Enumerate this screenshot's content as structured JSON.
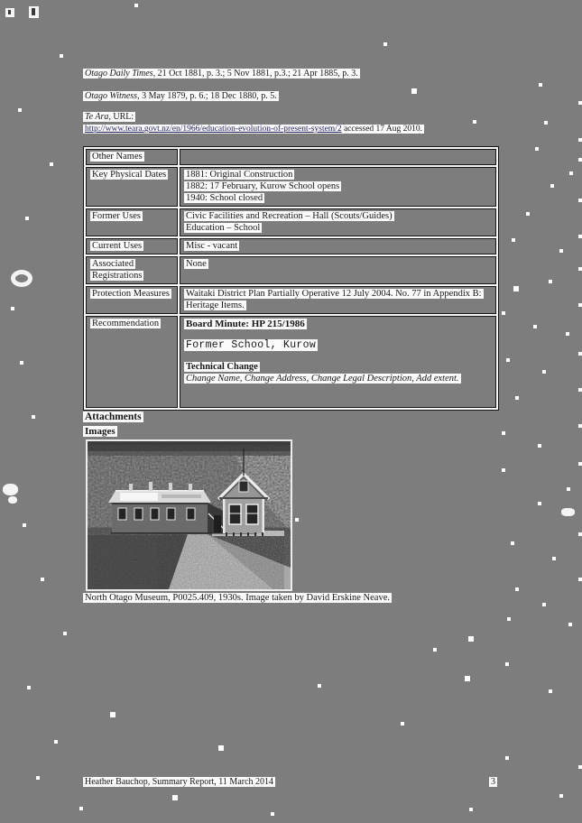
{
  "colors": {
    "page_background": "#7d7d7d",
    "text": "#161616",
    "text_halo": "#fbfbfb",
    "table_border": "#141414",
    "link": "#1e1e5a"
  },
  "references": {
    "line1_title": "Otago Daily Times",
    "line1_rest": ", 21 Oct 1881, p. 3.; 5 Nov 1881, p.3.; 21 Apr 1885, p. 3.",
    "line2_title": "Otago Witness",
    "line2_rest": ", 3 May 1879, p. 6.; 18 Dec 1880, p. 5.",
    "teara_title": "Te Ara",
    "teara_label_rest": ", URL:",
    "teara_url": "http://www.teara.govt.nz/en/1966/education-evolution-of-present-system/2",
    "teara_suffix": " accessed 17 Aug 2010."
  },
  "table": {
    "rows": [
      {
        "label": "Other Names"
      },
      {
        "label": "Key Physical Dates",
        "lines": [
          "1881: Original Construction",
          "1882: 17 February, Kurow School opens",
          "1940: School closed"
        ]
      },
      {
        "label": "Former Uses",
        "lines": [
          "Civic Facilities and Recreation – Hall (Scouts/Guides)",
          "Education – School"
        ]
      },
      {
        "label": "Current Uses",
        "lines": [
          "Misc - vacant"
        ]
      },
      {
        "label": "Associated Registrations",
        "lines": [
          "None"
        ]
      },
      {
        "label": "Protection Measures",
        "lines": [
          "Waitaki District Plan Partially Operative 12 July 2004. No. 77 in Appendix B: Heritage Items."
        ]
      },
      {
        "label": "Recommendation"
      }
    ]
  },
  "recommendation": {
    "board_minute": "Board Minute: HP 215/1986",
    "typewriter_line": "Former School, Kurow",
    "technical_change_heading": "Technical Change",
    "technical_change_body": "Change Name, Change Address, Change Legal Description, Add extent."
  },
  "attachments": {
    "heading": "Attachments",
    "subheading": "Images",
    "caption": "North Otago Museum, P0025.409, 1930s. Image taken by David Erskine Neave."
  },
  "footer": {
    "left": "Heather Bauchop, Summary Report, 11 March 2014",
    "page_number": "3"
  }
}
